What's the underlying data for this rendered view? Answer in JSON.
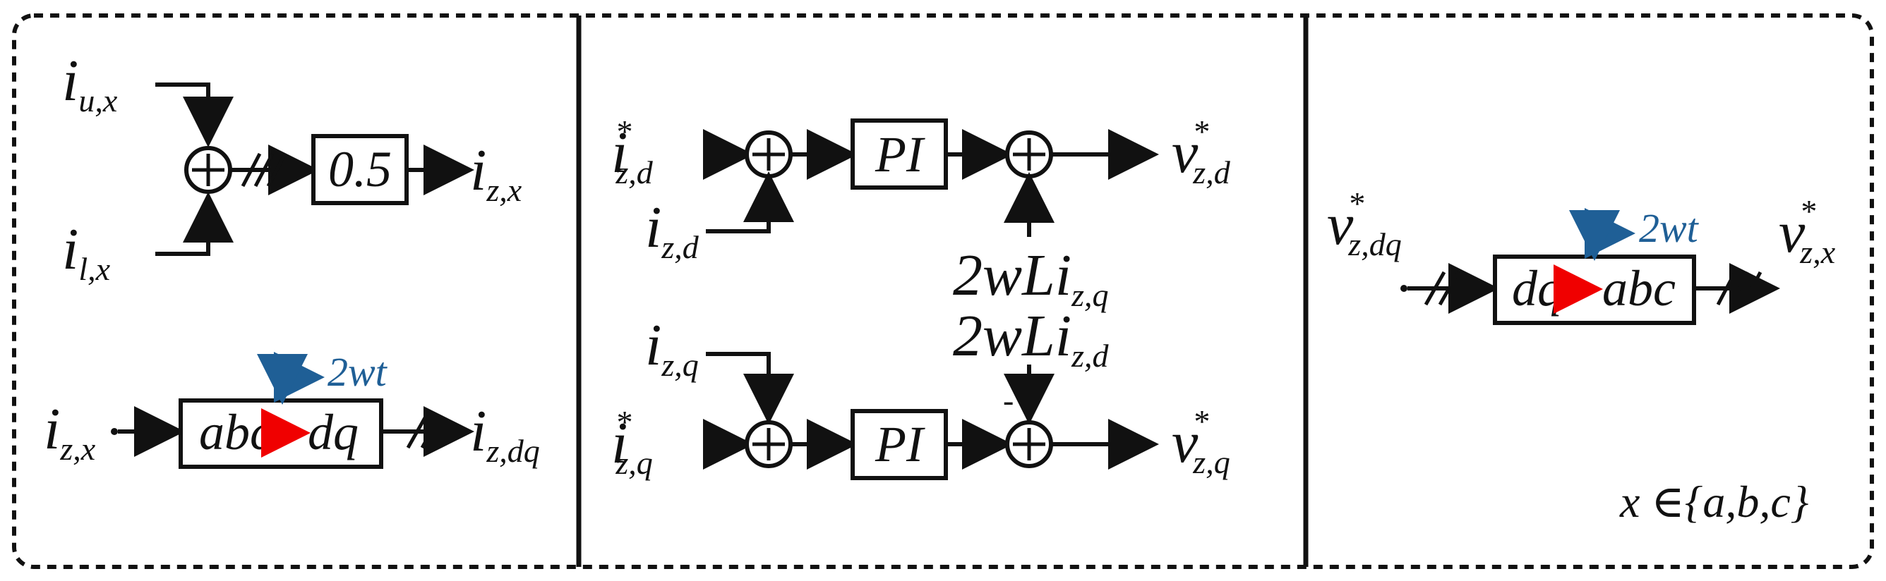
{
  "colors": {
    "text": "#111111",
    "blue": "#1f5f96",
    "red": "#f00000",
    "border": "#111111"
  },
  "icons": {
    "sum": "circle-plus",
    "rotation": "curved-arrow-icon",
    "conversion": "red-right-arrow-icon"
  },
  "panel1": {
    "iu": {
      "base": "i",
      "sub": "u,x"
    },
    "il": {
      "base": "i",
      "sub": "l,x"
    },
    "gain": "0.5",
    "iz": {
      "base": "i",
      "sub": "z,x"
    },
    "iz_in": {
      "base": "i",
      "sub": "z,x"
    },
    "transform_from": "abc",
    "transform_to": "dq",
    "angle": "2wt",
    "izdq": {
      "base": "i",
      "sub": "z,dq"
    }
  },
  "panel2": {
    "izd_ref": {
      "base": "i",
      "star": "*",
      "sub": "z,d"
    },
    "izd": {
      "base": "i",
      "sub": "z,d"
    },
    "pi_top": "PI",
    "vzd_ref": {
      "base": "v",
      "star": "*",
      "sub": "z,d"
    },
    "cross_d": {
      "base": "2wLi",
      "sub": "z,q"
    },
    "cross_q": {
      "base": "2wLi",
      "sub": "z,d"
    },
    "minus": "-",
    "izq": {
      "base": "i",
      "sub": "z,q"
    },
    "izq_ref": {
      "base": "i",
      "star": "*",
      "sub": "z,q"
    },
    "pi_bottom": "PI",
    "vzq_ref": {
      "base": "v",
      "star": "*",
      "sub": "z,q"
    }
  },
  "panel3": {
    "vzdq_ref": {
      "base": "v",
      "star": "*",
      "sub": "z,dq"
    },
    "transform_from": "dq",
    "transform_to": "abc",
    "angle": "2wt",
    "vzx_ref": {
      "base": "v",
      "star": "*",
      "sub": "z,x"
    },
    "condition": "x ∈{a,b,c}"
  }
}
